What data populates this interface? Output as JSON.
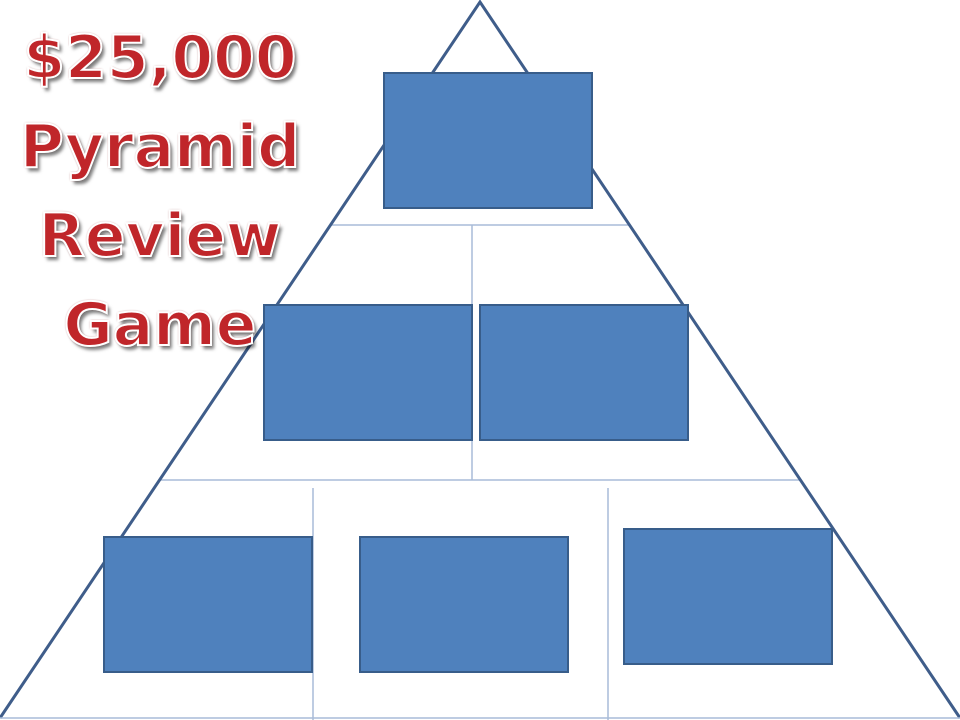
{
  "title": {
    "line1": "$25,000",
    "line2": "Pyramid",
    "line3": "Review",
    "line4": "Game"
  },
  "colors": {
    "tile_fill": "#4f81bd",
    "tile_border": "#385d8a",
    "pyramid_outline": "#3f5d8a",
    "divider_lines": "#a9bcd8",
    "title_text": "#c0262a"
  },
  "game_board": {
    "rows": [
      {
        "row": "top",
        "tiles": 1
      },
      {
        "row": "middle",
        "tiles": 2
      },
      {
        "row": "bottom",
        "tiles": 3
      }
    ]
  }
}
